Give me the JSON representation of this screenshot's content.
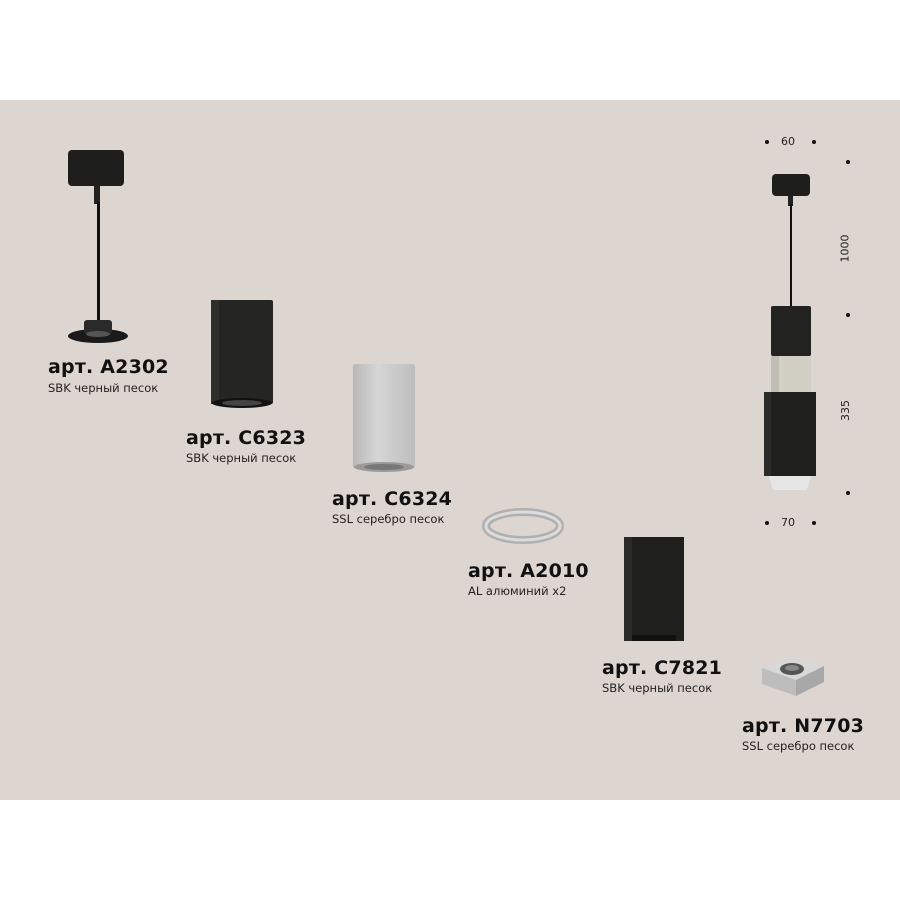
{
  "products": [
    {
      "art": "арт. A2302",
      "desc": "SBK черный песок"
    },
    {
      "art": "арт. C6323",
      "desc": "SBK черный песок"
    },
    {
      "art": "арт. C6324",
      "desc": "SSL серебро песок"
    },
    {
      "art": "арт. A2010",
      "desc": "AL алюминий x2"
    },
    {
      "art": "арт. C7821",
      "desc": "SBK черный песок"
    },
    {
      "art": "арт. N7703",
      "desc": "SSL серебро песок"
    }
  ],
  "dimensions": {
    "top_width": "60",
    "cable_length": "1000",
    "body_height": "335",
    "bottom_width": "70"
  },
  "colors": {
    "background": "#ddd5cf",
    "black_sand": "#222220",
    "silver_sand": "#c4c4c4"
  }
}
